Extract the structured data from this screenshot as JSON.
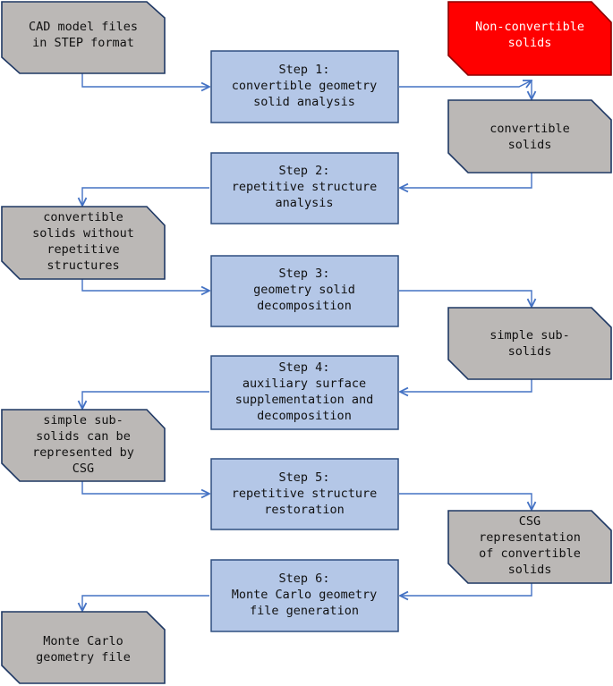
{
  "colors": {
    "step_fill": "#b4c7e7",
    "io_fill": "#bbb8b6",
    "alert_fill": "#ff0000",
    "connector": "#4472c4"
  },
  "nodes": {
    "cad_input": {
      "lines": [
        "CAD model files",
        "in STEP format"
      ]
    },
    "step1": {
      "lines": [
        "Step 1:",
        "convertible geometry",
        "solid analysis"
      ]
    },
    "nonconvertible": {
      "lines": [
        "Non-convertible",
        "solids"
      ]
    },
    "convertible": {
      "lines": [
        "convertible",
        "solids"
      ]
    },
    "step2": {
      "lines": [
        "Step 2:",
        "repetitive structure",
        "analysis"
      ]
    },
    "no_repetitive": {
      "lines": [
        "convertible",
        "solids without",
        "repetitive",
        "structures"
      ]
    },
    "step3": {
      "lines": [
        "Step 3:",
        "geometry solid",
        "decomposition"
      ]
    },
    "simple_sub": {
      "lines": [
        "simple sub-",
        "solids"
      ]
    },
    "step4": {
      "lines": [
        "Step 4:",
        "auxiliary surface",
        "supplementation and",
        "decomposition"
      ]
    },
    "csg_representable": {
      "lines": [
        "simple sub-",
        "solids can be",
        "represented by",
        "CSG"
      ]
    },
    "step5": {
      "lines": [
        "Step 5:",
        "repetitive structure",
        "restoration"
      ]
    },
    "csg_repr": {
      "lines": [
        "CSG",
        "representation",
        "of convertible",
        "solids"
      ]
    },
    "step6": {
      "lines": [
        "Step 6:",
        "Monte Carlo geometry",
        "file generation"
      ]
    },
    "mc_output": {
      "lines": [
        "Monte Carlo",
        "geometry file"
      ]
    }
  }
}
